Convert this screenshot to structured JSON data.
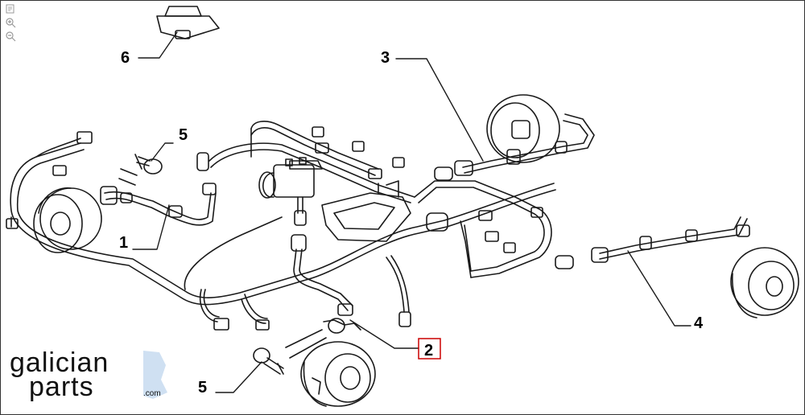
{
  "callouts": {
    "c1": "1",
    "c2": "2",
    "c3": "3",
    "c4": "4",
    "c5a": "5",
    "c5b": "5",
    "c6": "6"
  },
  "highlight": {
    "callout": "2",
    "color": "#cc0000"
  },
  "logo": {
    "line1": "galician",
    "line2": "parts",
    "suffix": ".com",
    "accent_color": "#cfe0f2"
  },
  "icons": [
    "fullscreen-icon",
    "zoom-in-icon",
    "zoom-out-icon"
  ]
}
